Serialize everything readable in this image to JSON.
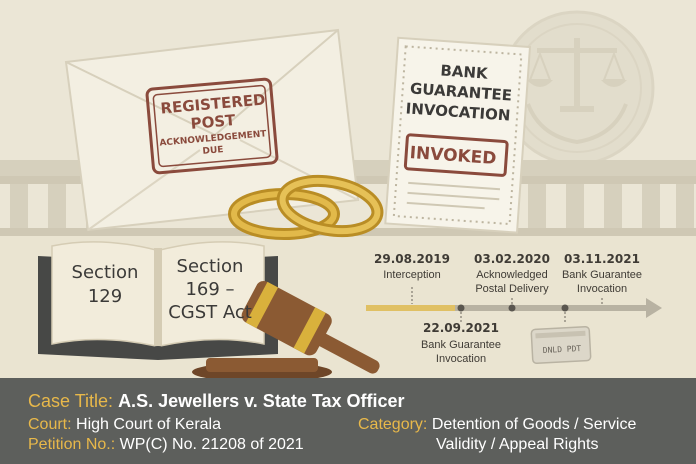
{
  "envelope": {
    "stamp_line1": "REGISTERED",
    "stamp_line2": "POST",
    "stamp_line3": "ACKNOWLEDGEMENT",
    "stamp_line4": "DUE"
  },
  "document": {
    "title_line1": "BANK",
    "title_line2": "GUARANTEE",
    "title_line3": "INVOCATION",
    "stamp": "INVOKED"
  },
  "book": {
    "left_line1": "Section",
    "left_line2": "129",
    "right_line1": "Section",
    "right_line2": "169 –",
    "right_line3": "CGST Act"
  },
  "timeline": {
    "events": [
      {
        "date": "29.08.2019",
        "label_line1": "Interception",
        "label_line2": ""
      },
      {
        "date": "03.02.2020",
        "label_line1": "Acknowledged",
        "label_line2": "Postal Delivery"
      },
      {
        "date": "03.11.2021",
        "label_line1": "Bank Guarantee",
        "label_line2": "Invocation"
      },
      {
        "date": "22.09.2021",
        "label_line1": "Bank Guarantee",
        "label_line2": "Invocation"
      }
    ],
    "card_text": "DNLD PDT"
  },
  "footer": {
    "case_title_key": "Case Title:",
    "case_title_value": "A.S. Jewellers v. State Tax Officer",
    "court_key": "Court:",
    "court_value": "High Court of Kerala",
    "petition_key": "Petition No.:",
    "petition_value": "WP(C) No. 21208 of 2021",
    "category_key": "Category:",
    "category_value_line1": "Detention of Goods / Service",
    "category_value_line2": "Validity / Appeal Rights"
  },
  "colors": {
    "background": "#ebe6d6",
    "footer_bg": "#5d5f5c",
    "footer_key": "#e8b84a",
    "stamp": "#8a4a3c",
    "gold": "#c9a030"
  }
}
